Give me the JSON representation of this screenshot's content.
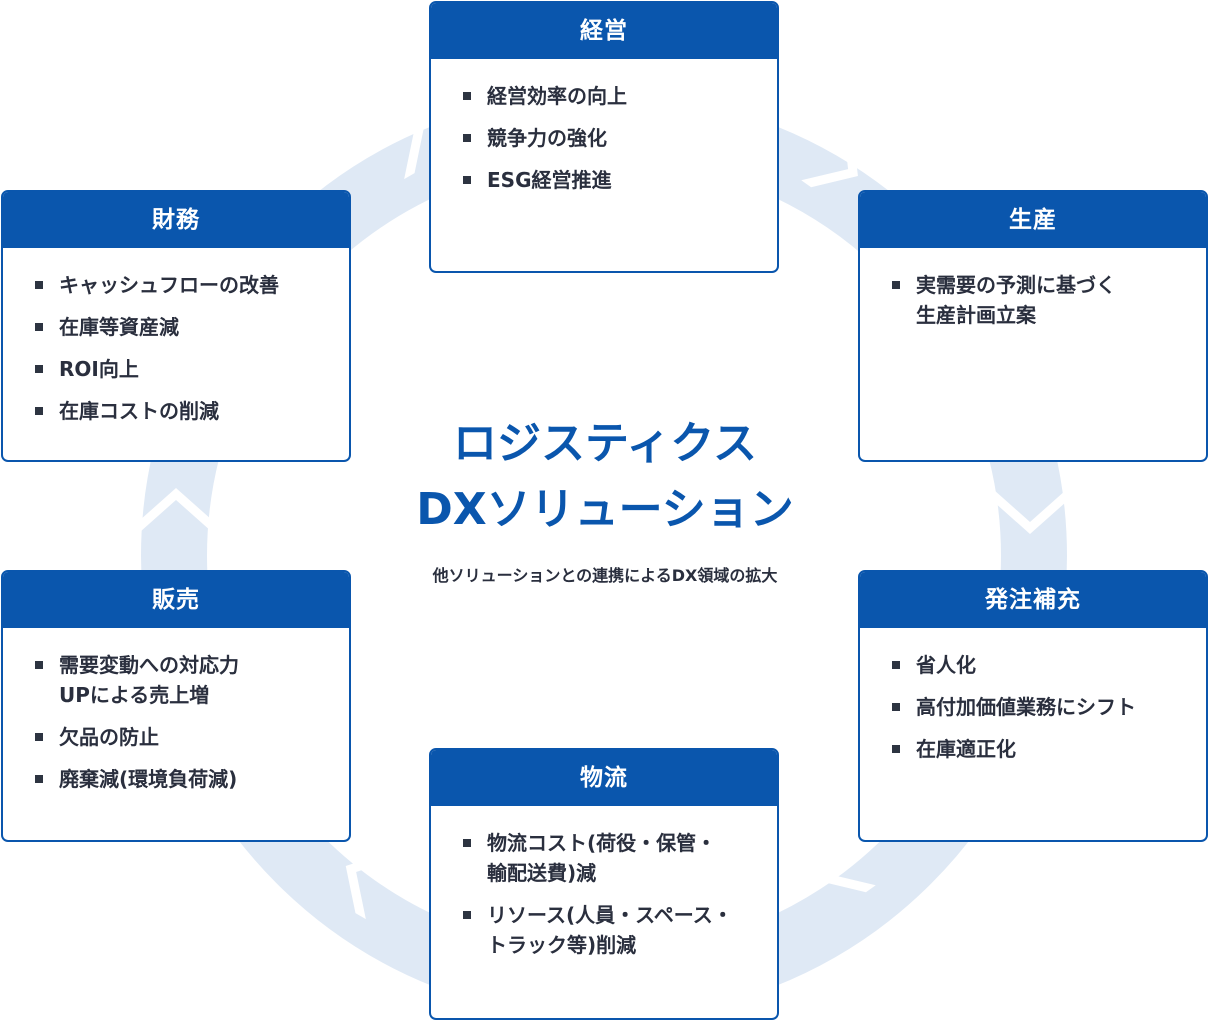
{
  "center": {
    "title_line1": "ロジスティクス",
    "title_line2": "DXソリューション",
    "subtitle": "他ソリューションとの連携によるDX領域の拡大"
  },
  "cards": [
    {
      "id": "keiei",
      "title": "経営",
      "items": [
        "経営効率の向上",
        "競争力の強化",
        "ESG経営推進"
      ]
    },
    {
      "id": "seisan",
      "title": "生産",
      "items": [
        "実需要の予測に基づく\n生産計画立案"
      ]
    },
    {
      "id": "hacchu",
      "title": "発注補充",
      "items": [
        "省人化",
        "高付加価値業務にシフト",
        "在庫適正化"
      ]
    },
    {
      "id": "butsuryu",
      "title": "物流",
      "items": [
        "物流コスト(荷役・保管・\n輸配送費)減",
        "リソース(人員・スペース・\nトラック等)削減"
      ]
    },
    {
      "id": "hanbai",
      "title": "販売",
      "items": [
        "需要変動への対応力\nUPによる売上増",
        "欠品の防止",
        "廃棄減(環境負荷減)"
      ]
    },
    {
      "id": "zaimu",
      "title": "財務",
      "items": [
        "キャッシュフローの改善",
        "在庫等資産減",
        "ROI向上",
        "在庫コストの削減"
      ]
    }
  ],
  "colors": {
    "primary": "#0a56ad",
    "ring": "#dfe9f5",
    "text": "#2a2f3e",
    "background": "#ffffff"
  }
}
